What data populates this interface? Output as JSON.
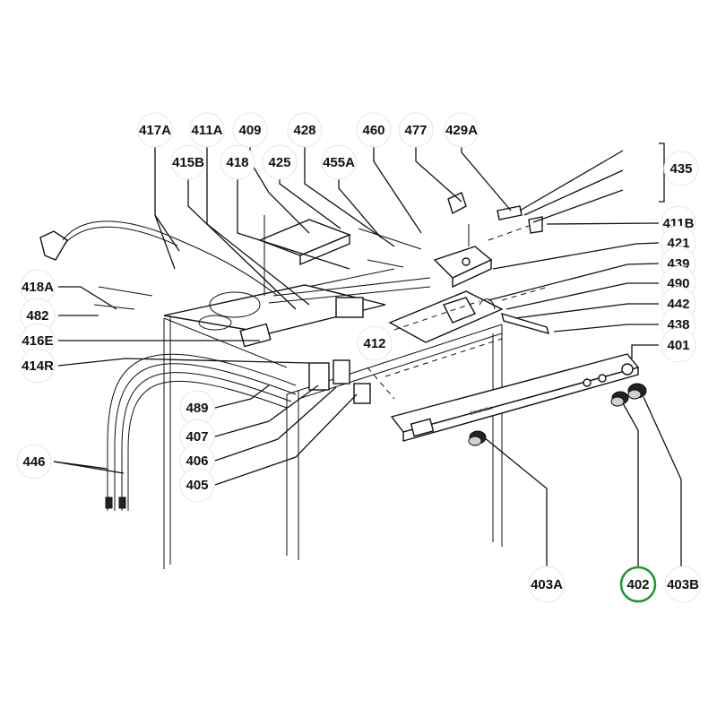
{
  "diagram": {
    "callouts": [
      {
        "id": "417A",
        "label": "417A"
      },
      {
        "id": "411A",
        "label": "411A"
      },
      {
        "id": "409",
        "label": "409"
      },
      {
        "id": "428",
        "label": "428"
      },
      {
        "id": "460",
        "label": "460"
      },
      {
        "id": "477",
        "label": "477"
      },
      {
        "id": "429A",
        "label": "429A"
      },
      {
        "id": "415B",
        "label": "415B"
      },
      {
        "id": "418",
        "label": "418"
      },
      {
        "id": "425",
        "label": "425"
      },
      {
        "id": "455A",
        "label": "455A"
      },
      {
        "id": "435",
        "label": "435"
      },
      {
        "id": "411B",
        "label": "411B"
      },
      {
        "id": "421",
        "label": "421"
      },
      {
        "id": "439",
        "label": "439"
      },
      {
        "id": "490",
        "label": "490"
      },
      {
        "id": "442",
        "label": "442"
      },
      {
        "id": "438",
        "label": "438"
      },
      {
        "id": "401",
        "label": "401"
      },
      {
        "id": "418A",
        "label": "418A"
      },
      {
        "id": "482",
        "label": "482"
      },
      {
        "id": "416E",
        "label": "416E"
      },
      {
        "id": "414R",
        "label": "414R"
      },
      {
        "id": "412",
        "label": "412"
      },
      {
        "id": "489",
        "label": "489"
      },
      {
        "id": "407",
        "label": "407"
      },
      {
        "id": "406",
        "label": "406"
      },
      {
        "id": "405",
        "label": "405"
      },
      {
        "id": "446",
        "label": "446"
      },
      {
        "id": "403A",
        "label": "403A"
      },
      {
        "id": "402",
        "label": "402"
      },
      {
        "id": "403B",
        "label": "403B"
      }
    ],
    "highlighted": "402",
    "highlight_color": "#1a9a2a",
    "panel_brand": "Electrolux"
  }
}
